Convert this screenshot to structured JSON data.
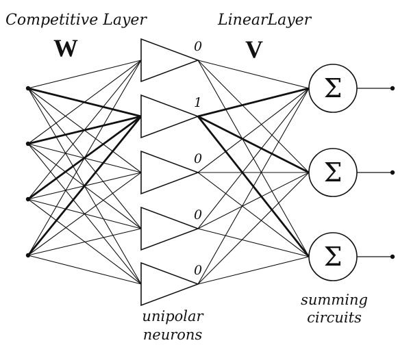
{
  "labels": {
    "competitive_layer": "Competitive Layer",
    "competitive_weights": "W",
    "linear_layer": "LinearLayer",
    "linear_weights": "V",
    "neuron_caption_line1": "unipolar",
    "neuron_caption_line2": "neurons",
    "sum_caption_line1": "summing",
    "sum_caption_line2": "circuits"
  },
  "neurons": [
    {
      "output": "0",
      "winner": false
    },
    {
      "output": "1",
      "winner": true
    },
    {
      "output": "0",
      "winner": false
    },
    {
      "output": "0",
      "winner": false
    },
    {
      "output": "0",
      "winner": false
    }
  ],
  "summing_nodes": [
    {
      "symbol": "Σ"
    },
    {
      "symbol": "Σ"
    },
    {
      "symbol": "Σ"
    }
  ],
  "input_count": 4,
  "colors": {
    "ink": "#111111",
    "background": "#ffffff"
  }
}
